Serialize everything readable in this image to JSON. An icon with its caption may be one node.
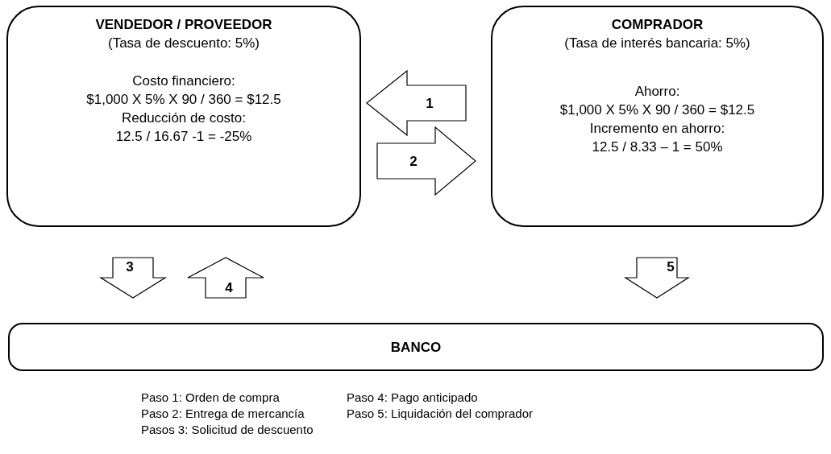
{
  "diagram": {
    "nodes": [
      {
        "text": [
          "VENDEDOR / PROVEEDOR",
          "(Tasa de descuento: 5%)",
          "Costo financiero:",
          "$1,000 X 5% X 90 / 360 = $12.5",
          "Reducción de costo:",
          "12.5 / 16.67 -1 = -25%"
        ]
      },
      {
        "text": [
          "COMPRADOR",
          "(Tasa de interés bancaria: 5%)",
          "Ahorro:",
          "$1,000 X 5% X 90 / 360 = $12.5",
          "Incremento en ahorro:",
          "12.5 / 8.33 – 1 = 50%"
        ]
      },
      {
        "text": [
          "BANCO"
        ]
      }
    ],
    "edges": [
      {
        "from": 1,
        "to": 0,
        "arrow": "to",
        "label": "1"
      },
      {
        "from": 0,
        "to": 1,
        "arrow": "to",
        "label": "2"
      },
      {
        "from": 0,
        "to": 2,
        "arrow": "to",
        "label": "3"
      },
      {
        "from": 2,
        "to": 0,
        "arrow": "to",
        "label": "4"
      },
      {
        "from": 1,
        "to": 2,
        "arrow": "to",
        "label": "5"
      }
    ],
    "labels": [
      "Paso 1: Orden de compra",
      "Paso 4: Pago anticipado",
      "Paso 2: Entrega de mercancía",
      "Paso 5: Liquidación del comprador",
      "Pasos 3: Solicitud de descuento"
    ]
  }
}
